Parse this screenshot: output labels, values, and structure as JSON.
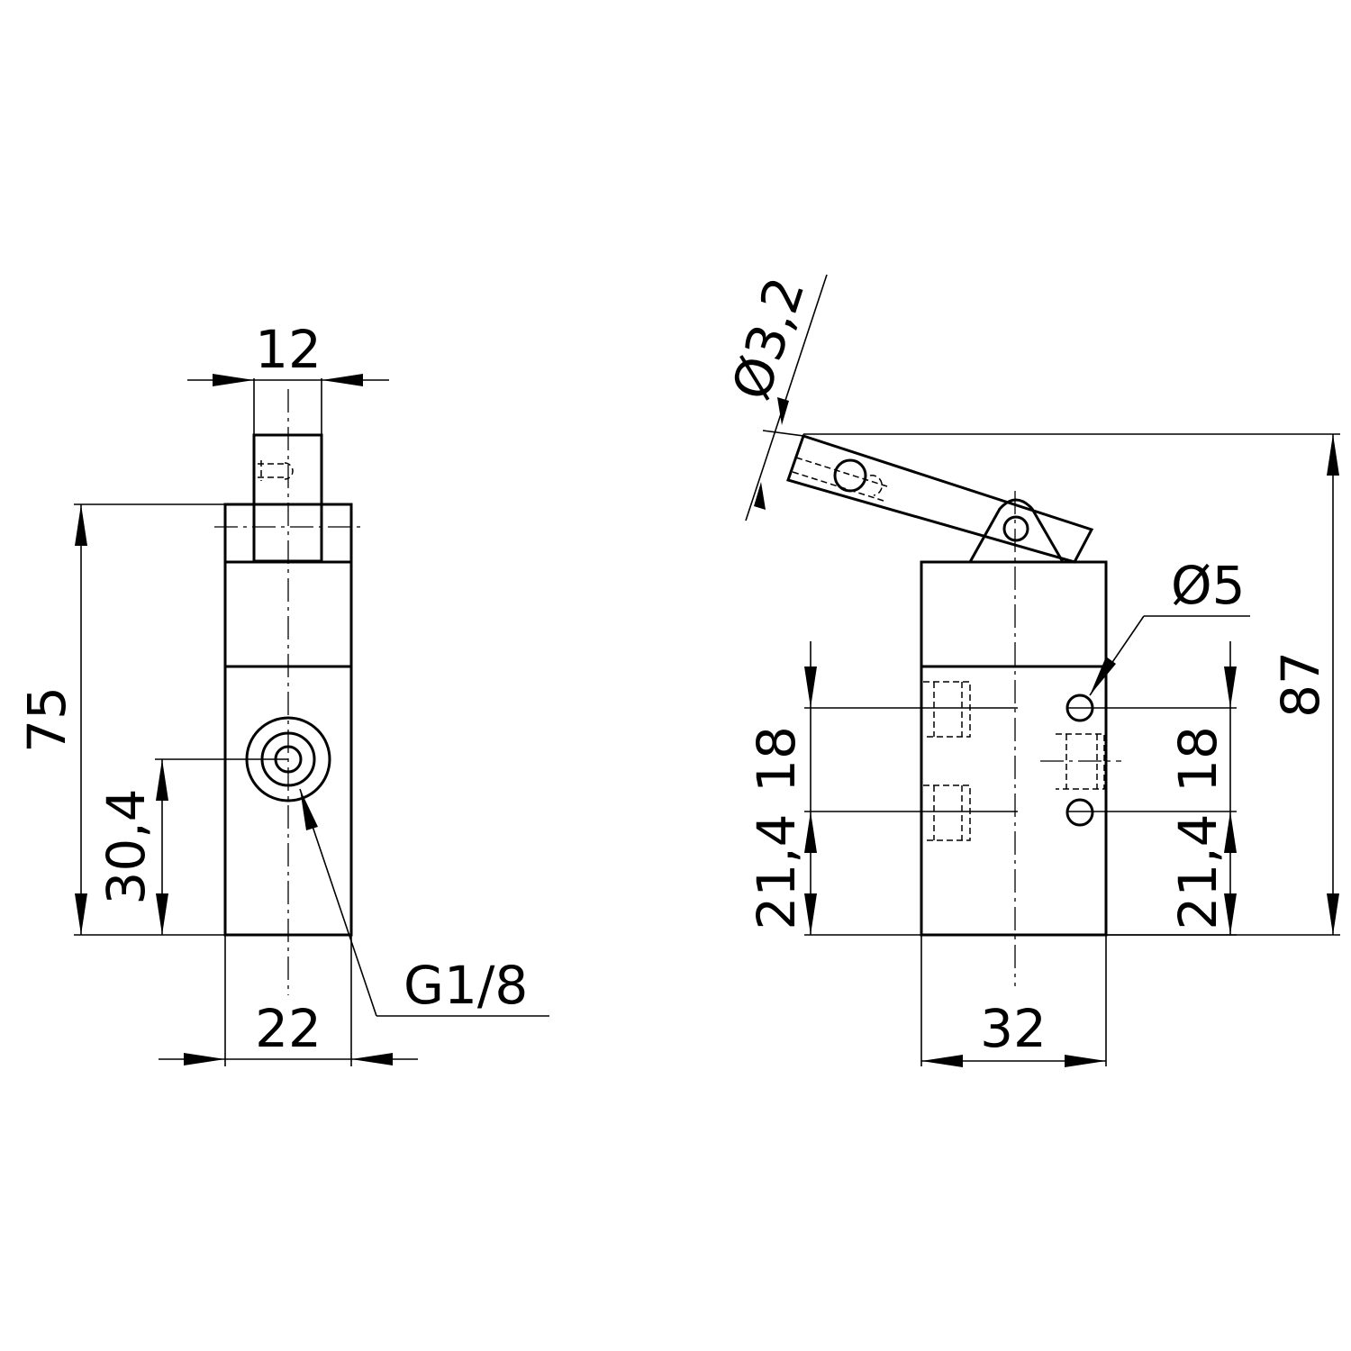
{
  "drawing": {
    "colors": {
      "line": "#000000",
      "background": "#ffffff"
    },
    "front_view": {
      "dim_stem_width": "12",
      "dim_height": "75",
      "dim_port_height": "30,4",
      "dim_body_width": "22",
      "thread_label": "G1/8"
    },
    "side_view": {
      "dim_pin_diameter": "Ø3,2",
      "dim_hole_diameter": "Ø5",
      "dim_left_port_spacing": "18",
      "dim_left_port_height": "21,4",
      "dim_right_port_spacing": "18",
      "dim_right_port_height": "21,4",
      "dim_total_height": "87",
      "dim_body_width": "32"
    }
  }
}
